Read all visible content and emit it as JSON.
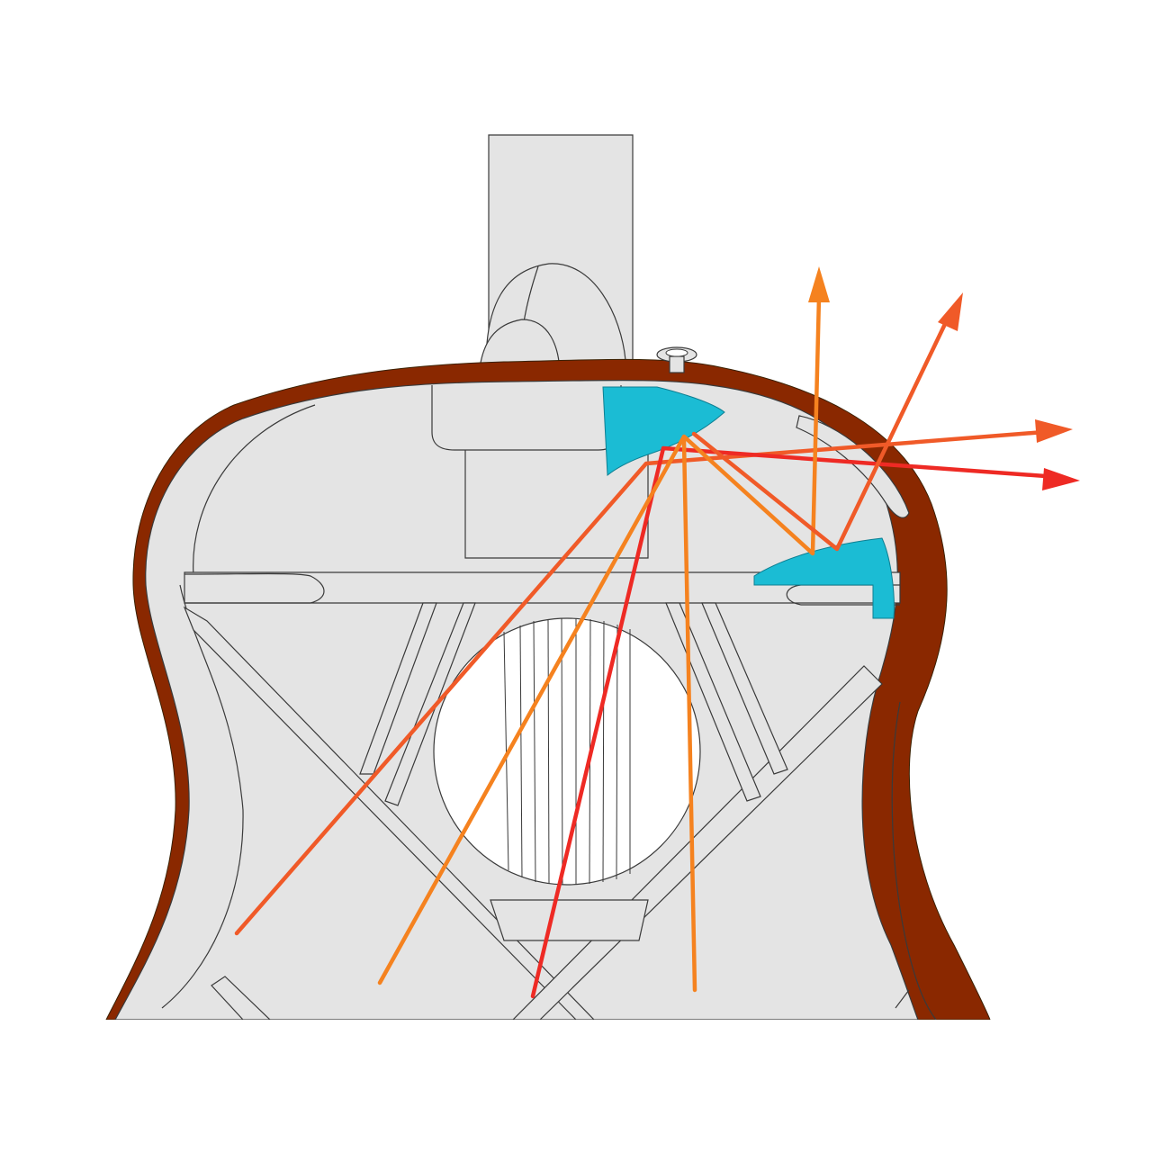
{
  "diagram": {
    "subject": "guitar-body-cutaway",
    "colors": {
      "background": "#ffffff",
      "body": "#e4e4e4",
      "rim": "#8a2800",
      "deflector": "#1bbcd4",
      "ray_orange": "#f5821f",
      "ray_orange_red": "#f05a28",
      "ray_red": "#ee2a24",
      "outline": "#3a3a3a"
    },
    "rays": [
      {
        "name": "ray-1",
        "color_key": "ray_orange_red",
        "has_arrow": true
      },
      {
        "name": "ray-2",
        "color_key": "ray_red",
        "has_arrow": true
      },
      {
        "name": "ray-3",
        "color_key": "ray_orange",
        "has_arrow": true
      },
      {
        "name": "ray-4",
        "color_key": "ray_orange_red",
        "has_arrow": true
      },
      {
        "name": "ray-5",
        "color_key": "ray_orange",
        "has_arrow": false
      }
    ]
  }
}
